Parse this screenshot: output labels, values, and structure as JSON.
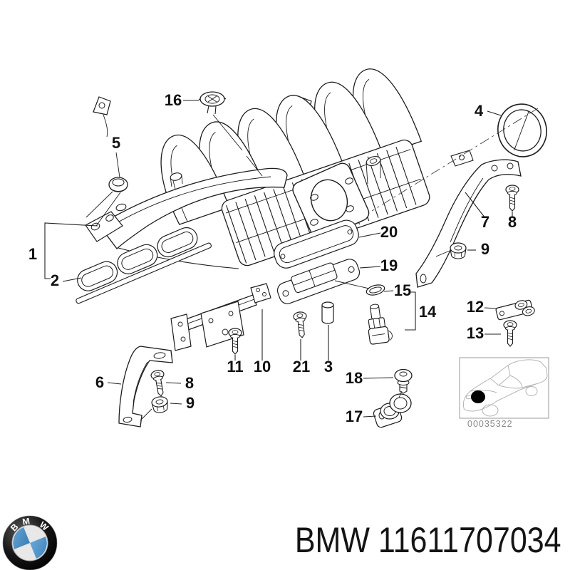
{
  "page": {
    "background": "#ffffff",
    "description": "BMW parts catalog exploded diagram - intake manifold"
  },
  "diagram": {
    "callouts": {
      "n1": "1",
      "n2": "2",
      "n3": "3",
      "n4": "4",
      "n5": "5",
      "n6": "6",
      "n7": "7",
      "n8r": "8",
      "n8l": "8",
      "n9r": "9",
      "n9l": "9",
      "n10": "10",
      "n11": "11",
      "n12": "12",
      "n13": "13",
      "n14": "14",
      "n15": "15",
      "n16": "16",
      "n17": "17",
      "n18": "18",
      "n19": "19",
      "n20": "20",
      "n21": "21"
    },
    "inset": {
      "image_code": "00035322"
    }
  },
  "footer": {
    "brand": "BMW",
    "part_number": "11611707034",
    "logo_letters": [
      "B",
      "M",
      "W"
    ]
  },
  "colors": {
    "line": "#1d1d1d",
    "label": "#111111",
    "inset_line": "#b4b4b4",
    "inset_code": "#8a8a8a",
    "bmw_blue": "#4a90c5",
    "footer_text": "#141414"
  }
}
